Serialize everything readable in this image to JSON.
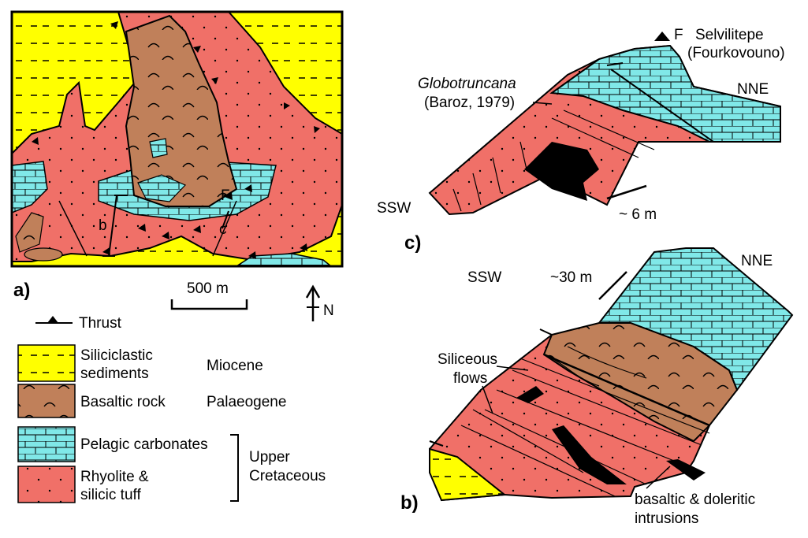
{
  "colors": {
    "siliciclastic": "#ffff00",
    "basaltic": "#c0805a",
    "carbonate": "#80e8e8",
    "rhyolite": "#f07068",
    "intrusion": "#000000"
  },
  "panel_a": {
    "letter": "a)",
    "label_b": "b",
    "label_c": "c",
    "label_f": "F",
    "scale": "500 m",
    "north": "N"
  },
  "legend": {
    "thrust": "Thrust",
    "items": [
      {
        "name": "Siliciclastic",
        "name2": "sediments",
        "age": "Miocene"
      },
      {
        "name": "Basaltic rock",
        "name2": "",
        "age": "Palaeogene"
      },
      {
        "name": "Pelagic carbonates",
        "name2": "",
        "age": ""
      },
      {
        "name": "Rhyolite &",
        "name2": "silicic tuff",
        "age": ""
      }
    ],
    "upper": "Upper",
    "cretaceous": "Cretaceous"
  },
  "panel_c": {
    "letter": "c)",
    "fossil": "Globotruncana",
    "ref": "(Baroz, 1979)",
    "f": "F",
    "site": "Selvilitepe",
    "site_alt": "(Fourkovouno)",
    "nne": "NNE",
    "ssw": "SSW",
    "scale": "~ 6 m"
  },
  "panel_b": {
    "letter": "b)",
    "ssw": "SSW",
    "nne": "NNE",
    "scale": "~30 m",
    "flows1": "Siliceous",
    "flows2": "flows",
    "intr1": "basaltic & doleritic",
    "intr2": "intrusions"
  }
}
